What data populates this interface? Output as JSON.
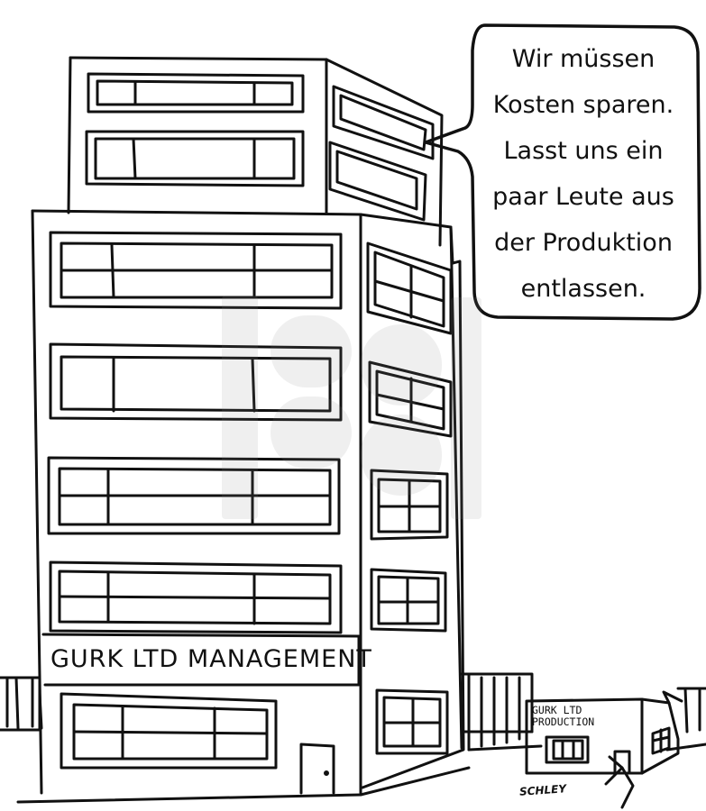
{
  "speech_bubble": {
    "lines": [
      "Wir müssen",
      "Kosten sparen.",
      "Lasst uns ein",
      "paar Leute aus",
      "der Produktion",
      "entlassen."
    ]
  },
  "buildings": {
    "management_sign": "GURK LTD MANAGEMENT",
    "production_sign_line1": "GURK LTD",
    "production_sign_line2": "PRODUCTION"
  },
  "signature": "SCHLEY",
  "watermark": "toonpool.com"
}
